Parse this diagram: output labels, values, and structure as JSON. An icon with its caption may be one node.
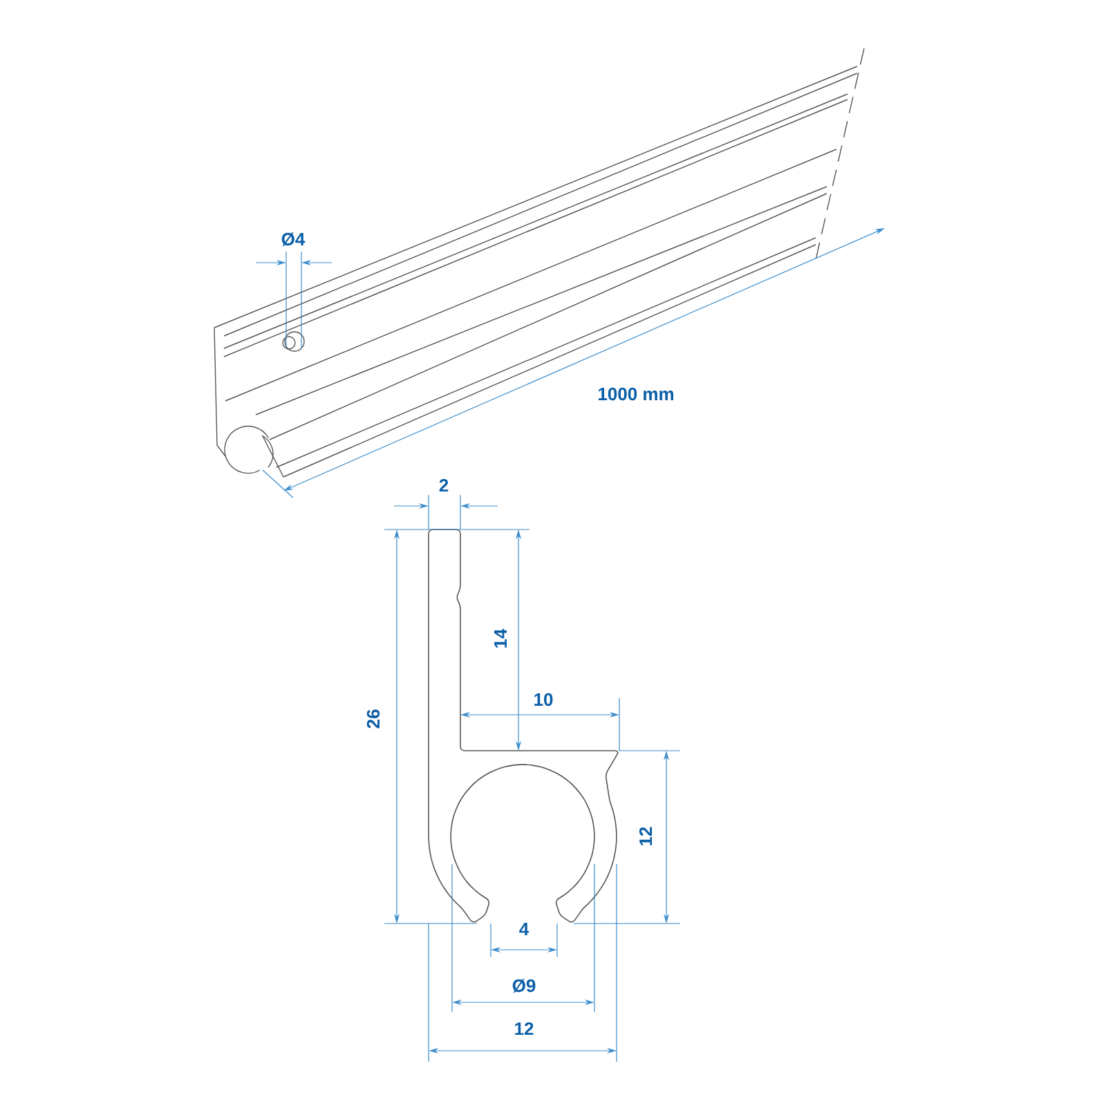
{
  "diagram": {
    "labels": [
      "Ø4",
      "1000 mm",
      "2",
      "26",
      "14",
      "10",
      "12",
      "4",
      "Ø9",
      "12"
    ]
  }
}
